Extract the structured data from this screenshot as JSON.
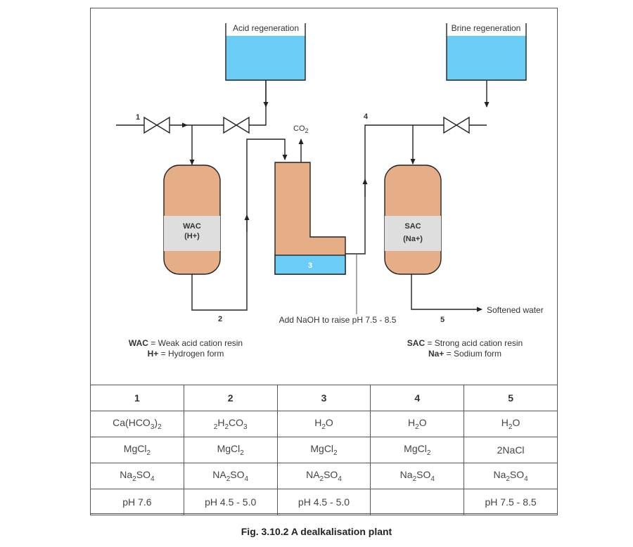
{
  "diagram": {
    "tanks": {
      "acid": {
        "label": "Acid regeneration",
        "fill": "#6bcdf5"
      },
      "brine": {
        "label": "Brine regeneration",
        "fill": "#6bcdf5"
      }
    },
    "vessels": {
      "wac": {
        "line1": "WAC",
        "line2": "(H+)",
        "fill": "#e5ae87",
        "band": "#dedede"
      },
      "sac": {
        "line1": "SAC",
        "line2": "(Na+)",
        "fill": "#e5ae87",
        "band": "#dedede"
      },
      "degasser": {
        "label": "3",
        "fill": "#e5ae87",
        "water": "#6bcdf5"
      }
    },
    "co2": {
      "main": "CO",
      "sub": "2"
    },
    "stream_numbers": {
      "s1": "1",
      "s2": "2",
      "s4": "4",
      "s5": "5"
    },
    "annotations": {
      "naoh": "Add NaOH to raise pH 7.5 - 8.5",
      "softened": "Softened water"
    },
    "legend_left": [
      {
        "key": "WAC",
        "text": " = Weak acid cation resin"
      },
      {
        "key": "H+",
        "text": " = Hydrogen form"
      }
    ],
    "legend_right": [
      {
        "key": "SAC",
        "text": " = Strong acid cation resin"
      },
      {
        "key": "Na+",
        "text": " = Sodium form"
      }
    ]
  },
  "table": {
    "headers": [
      "1",
      "2",
      "3",
      "4",
      "5"
    ],
    "rows": [
      [
        [
          [
            "Ca(HCO",
            ""
          ],
          [
            "3",
            "sub"
          ],
          [
            ")",
            ""
          ],
          [
            "2",
            "sub"
          ]
        ],
        [
          [
            "2",
            "sub"
          ],
          [
            "H",
            ""
          ],
          [
            "2",
            "sub"
          ],
          [
            "CO",
            ""
          ],
          [
            "3",
            "sub"
          ]
        ],
        [
          [
            "H",
            ""
          ],
          [
            "2",
            "sub"
          ],
          [
            "O",
            ""
          ]
        ],
        [
          [
            "H",
            ""
          ],
          [
            "2",
            "sub"
          ],
          [
            "O",
            ""
          ]
        ],
        [
          [
            "H",
            ""
          ],
          [
            "2",
            "sub"
          ],
          [
            "O",
            ""
          ]
        ]
      ],
      [
        [
          [
            "MgCl",
            ""
          ],
          [
            "2",
            "sub"
          ]
        ],
        [
          [
            "MgCl",
            ""
          ],
          [
            "2",
            "sub"
          ]
        ],
        [
          [
            "MgCl",
            ""
          ],
          [
            "2",
            "sub"
          ]
        ],
        [
          [
            "MgCl",
            ""
          ],
          [
            "2",
            "sub"
          ]
        ],
        [
          [
            "2NaCl",
            ""
          ]
        ]
      ],
      [
        [
          [
            "Na",
            ""
          ],
          [
            "2",
            "sub"
          ],
          [
            "SO",
            ""
          ],
          [
            "4",
            "sub"
          ]
        ],
        [
          [
            "NA",
            ""
          ],
          [
            "2",
            "sub"
          ],
          [
            "SO",
            ""
          ],
          [
            "4",
            "sub"
          ]
        ],
        [
          [
            "NA",
            ""
          ],
          [
            "2",
            "sub"
          ],
          [
            "SO",
            ""
          ],
          [
            "4",
            "sub"
          ]
        ],
        [
          [
            "Na",
            ""
          ],
          [
            "2",
            "sub"
          ],
          [
            "SO",
            ""
          ],
          [
            "4",
            "sub"
          ]
        ],
        [
          [
            "Na",
            ""
          ],
          [
            "2",
            "sub"
          ],
          [
            "SO",
            ""
          ],
          [
            "4",
            "sub"
          ]
        ]
      ],
      [
        [
          [
            "pH 7.6",
            ""
          ]
        ],
        [
          [
            "pH 4.5 - 5.0",
            ""
          ]
        ],
        [
          [
            "pH 4.5 - 5.0",
            ""
          ]
        ],
        [],
        [
          [
            "pH 7.5 - 8.5",
            ""
          ]
        ]
      ]
    ]
  },
  "caption": "Fig. 3.10.2 A dealkalisation plant"
}
